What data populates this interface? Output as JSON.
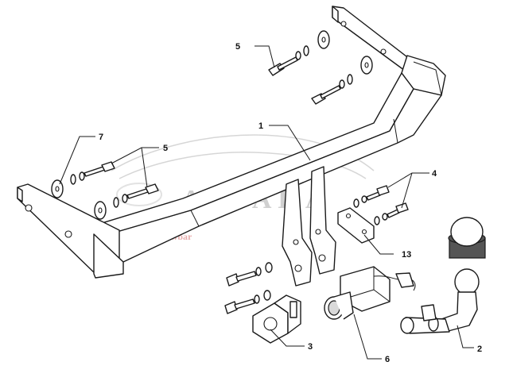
{
  "watermark": {
    "brand": "AVTAKA",
    "tagline": "Hitch and Towbar"
  },
  "callouts": [
    {
      "id": "1",
      "label": "1"
    },
    {
      "id": "2",
      "label": "2"
    },
    {
      "id": "3",
      "label": "3"
    },
    {
      "id": "4",
      "label": "4"
    },
    {
      "id": "5a",
      "label": "5"
    },
    {
      "id": "5b",
      "label": "5"
    },
    {
      "id": "6",
      "label": "6"
    },
    {
      "id": "7",
      "label": "7"
    },
    {
      "id": "13",
      "label": "13"
    }
  ]
}
